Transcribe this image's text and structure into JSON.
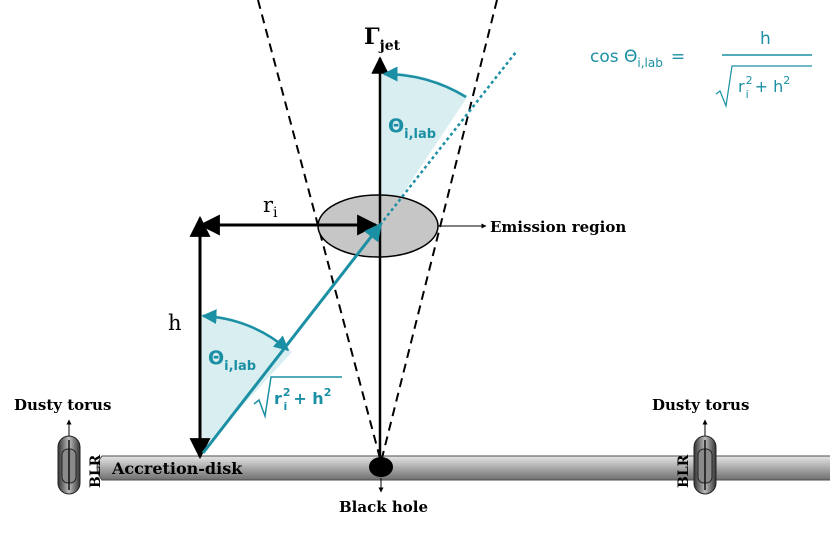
{
  "labels": {
    "gamma_main": "Γ",
    "gamma_sub": "jet",
    "theta_main": "Θ",
    "theta_sub": "i,lab",
    "r_main": "r",
    "r_sub": "i",
    "h": "h",
    "emission_region": "Emission region",
    "dusty_torus_left": "Dusty torus",
    "dusty_torus_right": "Dusty torus",
    "blr_left": "BLR",
    "blr_right": "BLR",
    "accretion_disk": "Accretion-disk",
    "black_hole": "Black hole"
  },
  "formula": {
    "lhs": "cos Θ",
    "lhs_sub": "i,lab",
    "equals": "=",
    "numerator": "h",
    "den_r": "r",
    "den_r_sup": "2",
    "den_r_sub": "i",
    "den_plus": "+ h",
    "den_h_sup": "2"
  },
  "hypotenuse_label": {
    "r": "r",
    "r_sup": "2",
    "r_sub": "i",
    "plus_h": "+ h",
    "h_sup": "2"
  },
  "colors": {
    "teal": "#1b8fa3",
    "teal_fill": "#d9eef1",
    "black": "#000000",
    "ellipse_fill": "#c6c6c6",
    "disk_fill": "#b5b5b5"
  }
}
